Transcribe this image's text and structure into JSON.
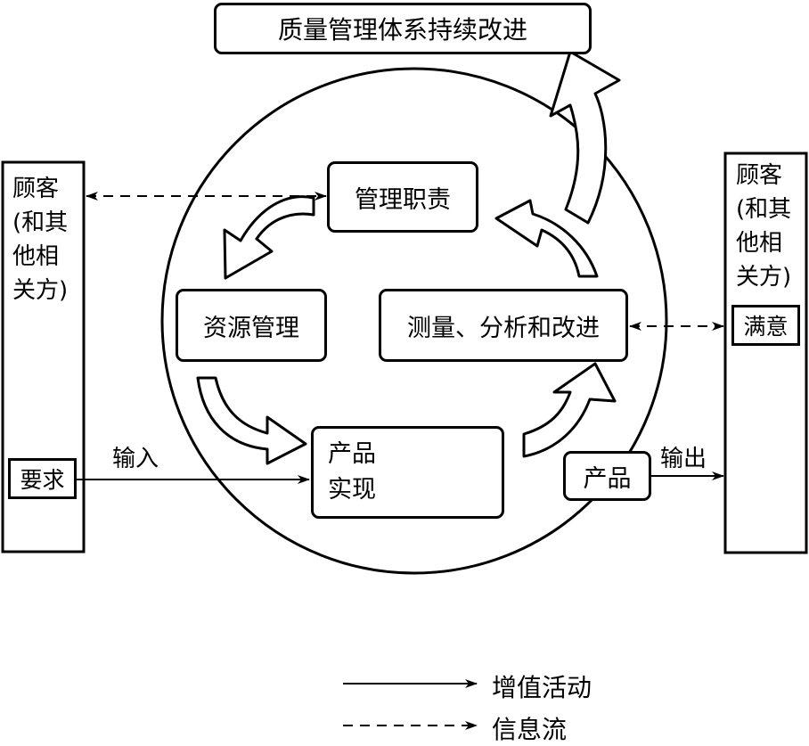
{
  "top_box": "质量管理体系持续改进",
  "left_panel": {
    "lines": [
      "顾客",
      "(和其",
      "他相",
      "关方)"
    ],
    "requirement": "要求"
  },
  "right_panel": {
    "lines": [
      "顾客",
      "(和其",
      "他相",
      "关方)"
    ],
    "satisfaction": "满意"
  },
  "processes": {
    "management": "管理职责",
    "resource": "资源管理",
    "measurement": "测量、分析和改进",
    "realization_line1": "产品",
    "realization_line2": "实现",
    "product": "产品"
  },
  "flows": {
    "input": "输入",
    "output": "输出"
  },
  "legend": {
    "value_added": "增值活动",
    "information": "信息流"
  }
}
